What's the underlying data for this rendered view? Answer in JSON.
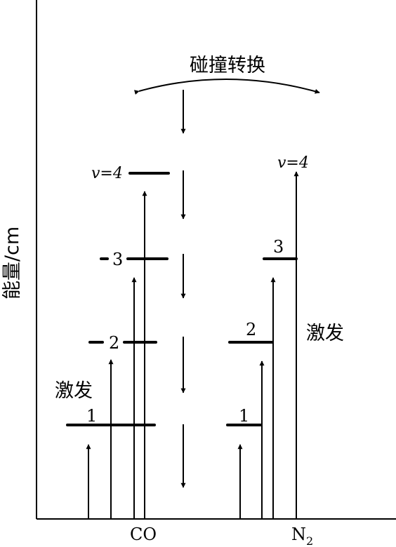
{
  "y_axis_label": "能量/cm",
  "top_label": "碰撞转换",
  "excite_left": "激发",
  "excite_right": "激发",
  "x_labels": {
    "co": "CO",
    "n2_base": "N",
    "n2_sub": "2"
  },
  "co_levels": [
    "1",
    "2",
    "3",
    "v=4"
  ],
  "n2_levels": [
    "1",
    "2",
    "3",
    "v=4"
  ]
}
